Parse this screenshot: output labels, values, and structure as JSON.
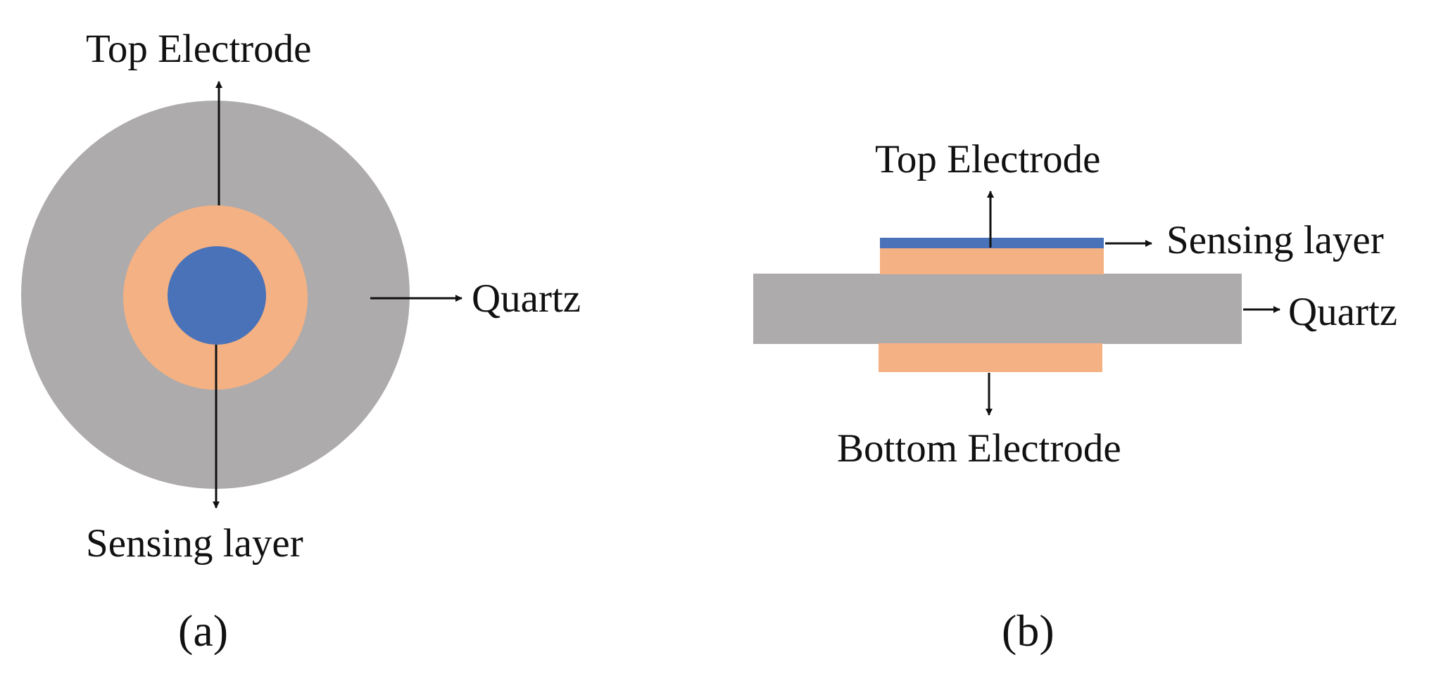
{
  "colors": {
    "quartz": "#ADABAC",
    "electrode": "#F4B183",
    "sensing": "#4A72B8",
    "line": "#111111",
    "background": "#FFFFFF"
  },
  "panel_a": {
    "caption": "(a)",
    "labels": {
      "top_electrode": "Top Electrode",
      "quartz": "Quartz",
      "sensing_layer": "Sensing layer"
    }
  },
  "panel_b": {
    "caption": "(b)",
    "labels": {
      "top_electrode": "Top Electrode",
      "sensing_layer": "Sensing layer",
      "quartz": "Quartz",
      "bottom_electrode": "Bottom Electrode"
    }
  }
}
